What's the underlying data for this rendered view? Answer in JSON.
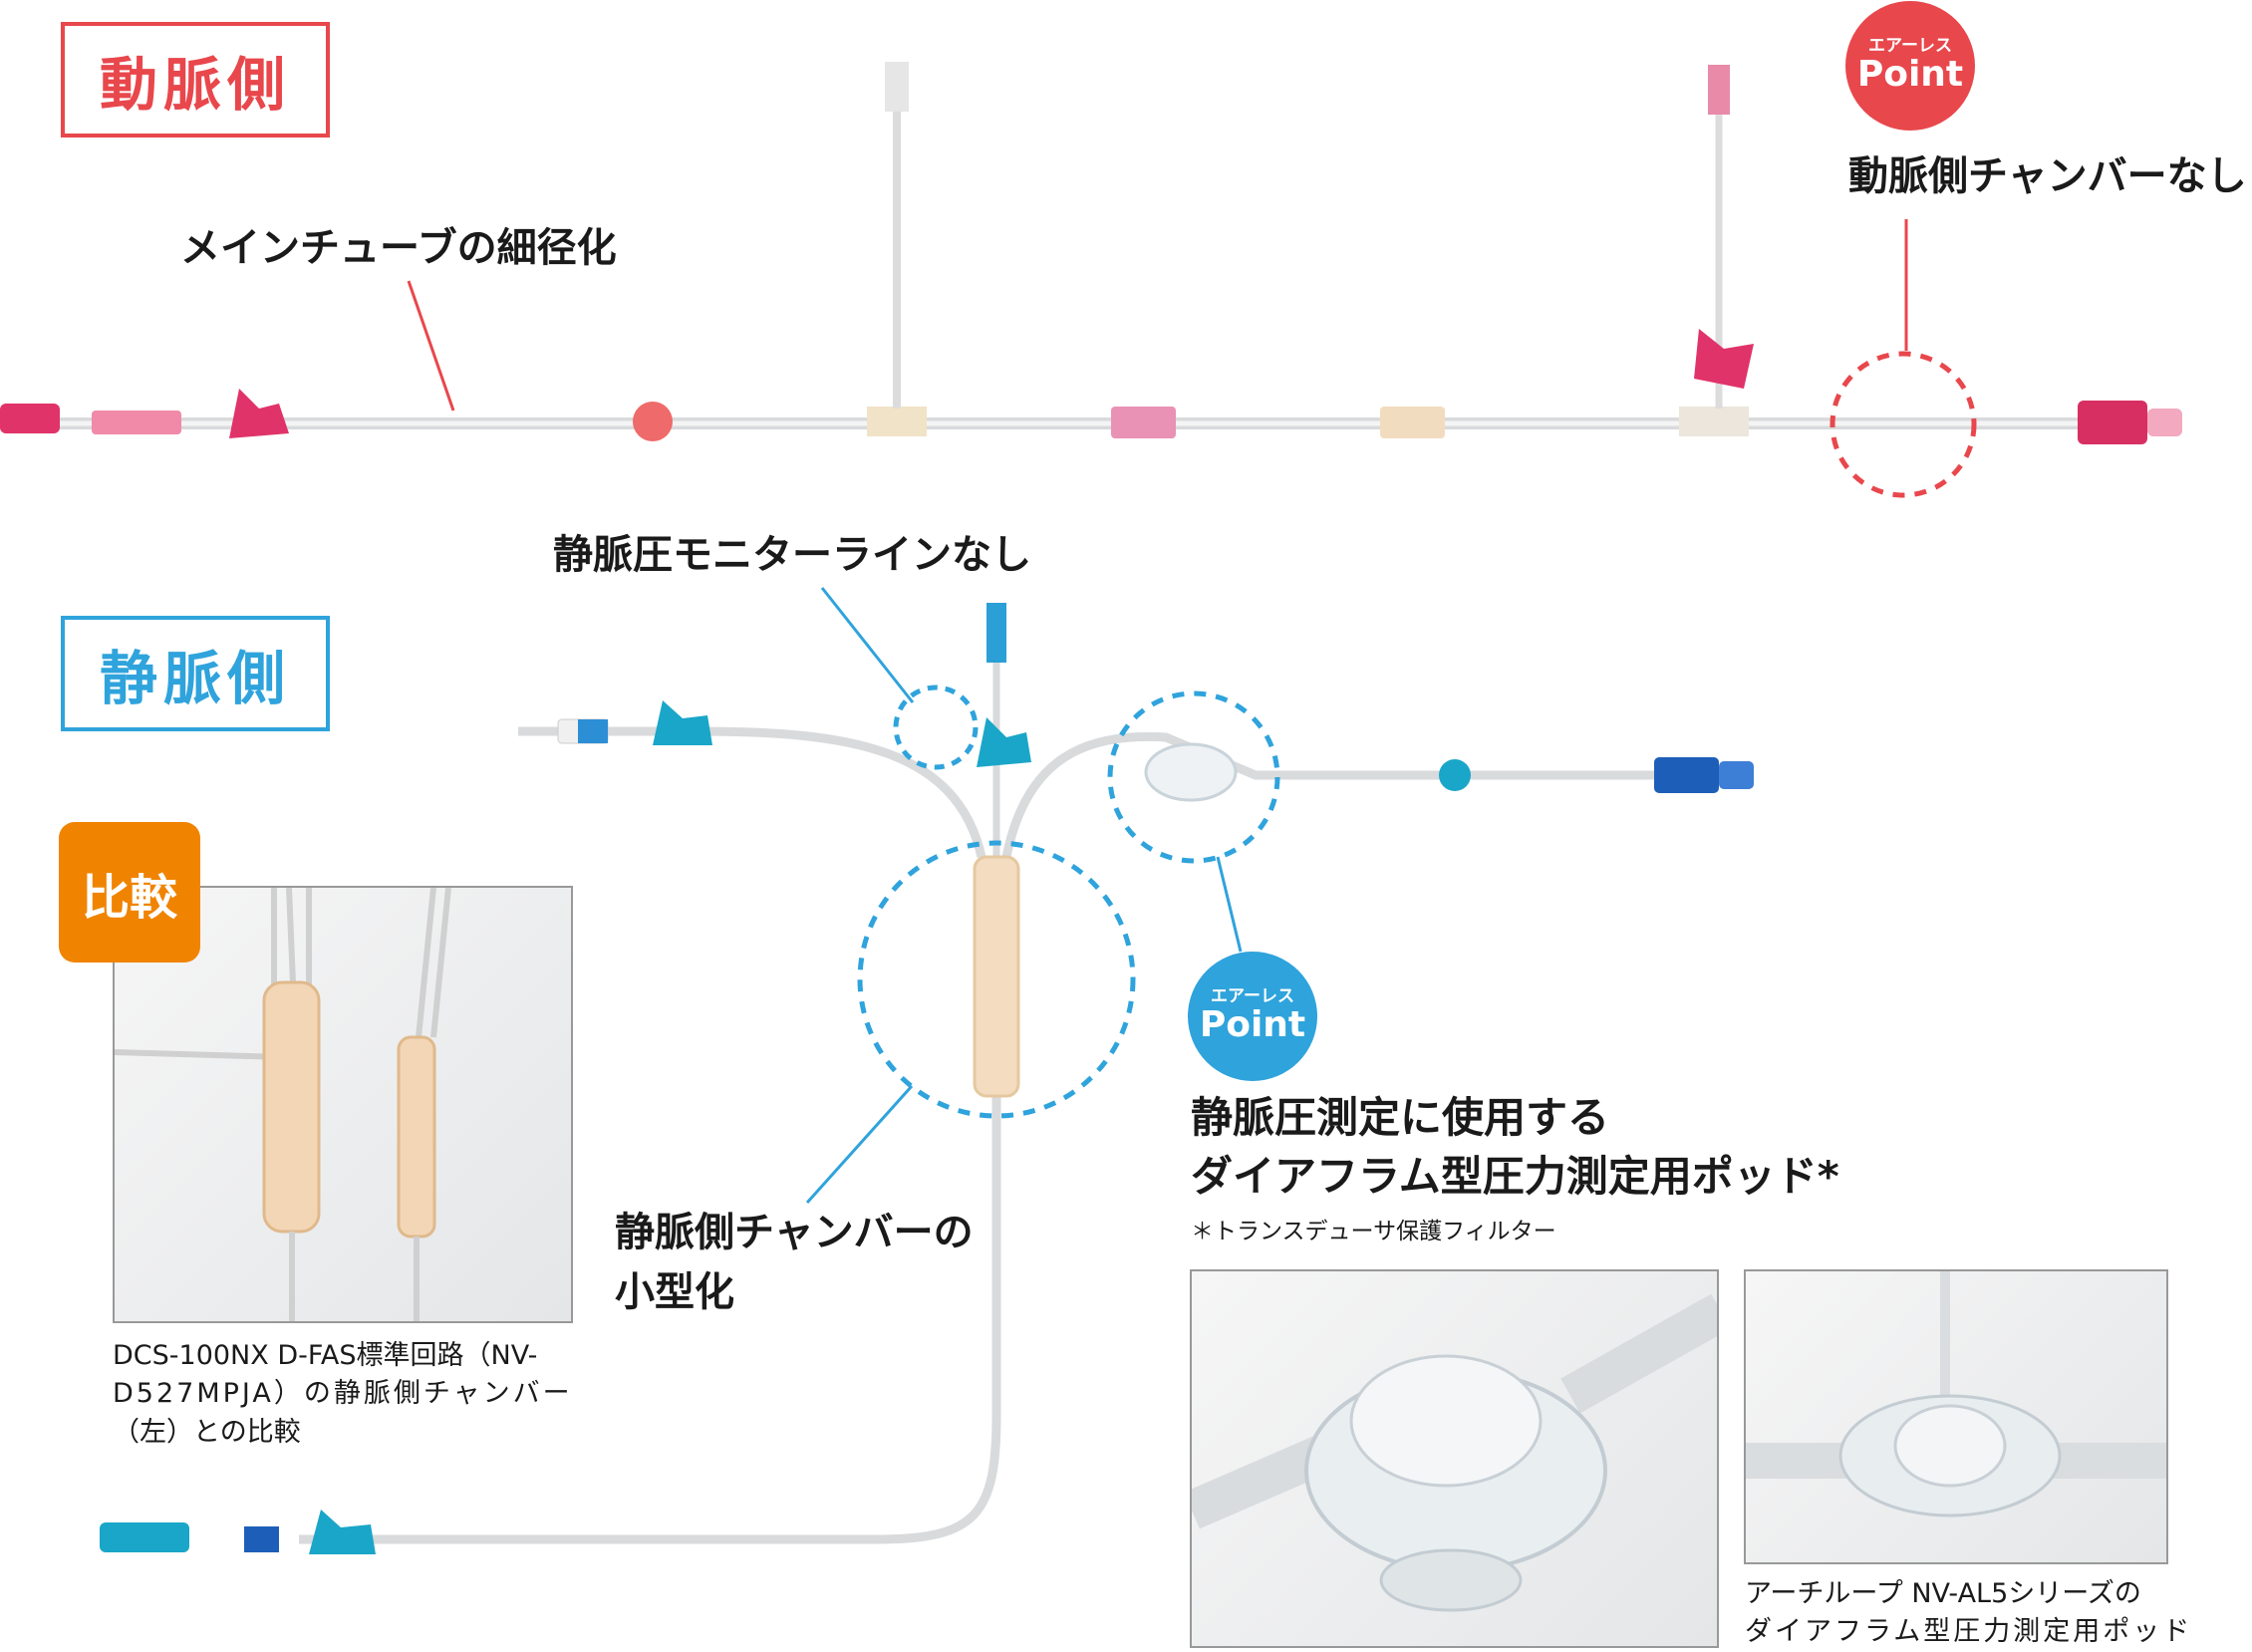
{
  "arterial": {
    "title": "動脈側",
    "main_tube_label": "メインチューブの細径化",
    "chamber_label": "動脈側チャンバーなし",
    "point_small": "エアーレス",
    "point_big": "Point"
  },
  "venous": {
    "title": "静脈側",
    "monitor_label": "静脈圧モニターラインなし",
    "chamber_label_1": "静脈側チャンバーの",
    "chamber_label_2": "小型化",
    "point_small": "エアーレス",
    "point_big": "Point",
    "pod_label_1": "静脈圧測定に使用する",
    "pod_label_2": "ダイアフラム型圧力測定用ポッド*",
    "pod_note": "＊トランスデューサ保護フィルター"
  },
  "comparison": {
    "badge": "比較",
    "caption_1": "DCS-100NX D-FAS標準回路（NV-",
    "caption_2": "D527MPJA）の静脈側チャンバー",
    "caption_3": "（左）との比較"
  },
  "archloop": {
    "caption_1": "アーチループ NV-AL5シリーズの",
    "caption_2": "ダイアフラム型圧力測定用ポッド"
  },
  "colors": {
    "arterial": "#e8474c",
    "venous": "#2fa3dc",
    "compare": "#f08400",
    "pink_part": "#e0336a",
    "blue_part": "#1aa6c8"
  }
}
